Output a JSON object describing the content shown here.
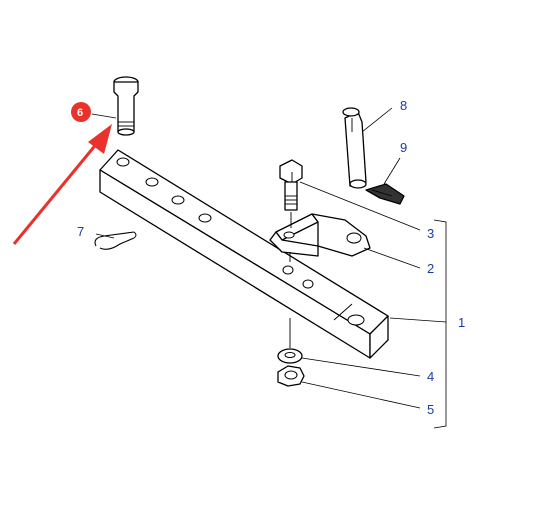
{
  "diagram": {
    "callouts": [
      {
        "id": "1",
        "label": "1"
      },
      {
        "id": "2",
        "label": "2"
      },
      {
        "id": "3",
        "label": "3"
      },
      {
        "id": "4",
        "label": "4"
      },
      {
        "id": "5",
        "label": "5"
      },
      {
        "id": "6",
        "label": "6"
      },
      {
        "id": "7",
        "label": "7"
      },
      {
        "id": "8",
        "label": "8"
      },
      {
        "id": "9",
        "label": "9"
      }
    ],
    "highlight_color": "#e8322b",
    "callout_color": "#1a3ca8",
    "highlighted_part": "6"
  }
}
